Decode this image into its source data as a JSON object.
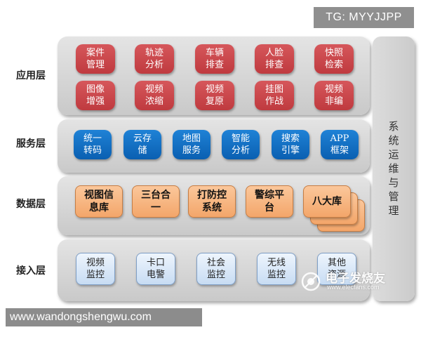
{
  "tag": "TG: MYYJJPP",
  "footer_url": "www.wandongshengwu.com",
  "watermark": {
    "title": "电子发烧友",
    "url": "www.elecfans.com"
  },
  "layers": {
    "application": {
      "label": "应用层",
      "boxes": [
        [
          "案件",
          "管理"
        ],
        [
          "轨迹",
          "分析"
        ],
        [
          "车辆",
          "排查"
        ],
        [
          "人脸",
          "排查"
        ],
        [
          "快照",
          "检索"
        ],
        [
          "图像",
          "增强"
        ],
        [
          "视频",
          "浓缩"
        ],
        [
          "视频",
          "复原"
        ],
        [
          "挂图",
          "作战"
        ],
        [
          "视频",
          "非编"
        ]
      ]
    },
    "service": {
      "label": "服务层",
      "boxes": [
        [
          "统一",
          "转码"
        ],
        [
          "云存",
          "储"
        ],
        [
          "地图",
          "服务"
        ],
        [
          "智能",
          "分析"
        ],
        [
          "搜索",
          "引擎"
        ],
        [
          "APP",
          "框架"
        ]
      ]
    },
    "data": {
      "label": "数据层",
      "boxes": [
        [
          "视图信",
          "息库"
        ],
        [
          "三台合",
          "一"
        ],
        [
          "打防控",
          "系统"
        ],
        [
          "警综平",
          "台"
        ],
        [
          "八大库"
        ]
      ]
    },
    "access": {
      "label": "接入层",
      "boxes": [
        [
          "视频",
          "监控"
        ],
        [
          "卡口",
          "电警"
        ],
        [
          "社会",
          "监控"
        ],
        [
          "无线",
          "监控"
        ],
        [
          "其他",
          "资源"
        ]
      ]
    }
  },
  "sidebar": {
    "label": "系统运维与管理"
  },
  "colors": {
    "application_box": "#c9474b",
    "service_box": "#0f6cc0",
    "data_box": "#f6b07a",
    "access_box": "#dce9f8",
    "band": "#d6d6d6"
  }
}
